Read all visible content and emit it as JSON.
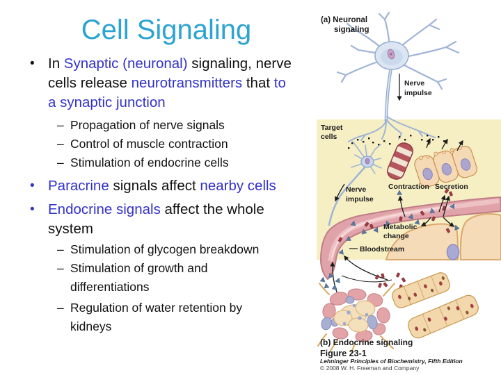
{
  "slide": {
    "title": "Cell Signaling",
    "bullets": {
      "b1": {
        "marker": "•",
        "l1p1": "In ",
        "l1p2": "Synaptic (neuronal)",
        "l1p3": " signaling, nerve",
        "l2p1": "cells release ",
        "l2p2": "neurotransmitters",
        "l2p3": " that ",
        "l2p4": "to",
        "l3": "a synaptic junction"
      },
      "s1": {
        "marker": "–",
        "text": "Propagation of nerve signals"
      },
      "s2": {
        "marker": "–",
        "text": "Control of muscle contraction"
      },
      "s3": {
        "marker": "–",
        "text": "Stimulation of endocrine cells"
      },
      "b2": {
        "marker": "•",
        "p1": "Paracrine",
        "p2": " signals affect ",
        "p3": "nearby cells"
      },
      "b3": {
        "marker": "•",
        "l1p1": "Endocrine signals",
        "l1p2": " affect the whole",
        "l2": "system"
      },
      "s4": {
        "marker": "–",
        "text": "Stimulation of glycogen breakdown"
      },
      "s5": {
        "marker": "–",
        "line1": "Stimulation of growth and",
        "line2": "differentiations"
      },
      "s6": {
        "marker": "–",
        "line1": "Regulation of water retention by",
        "line2": "kidneys"
      }
    }
  },
  "figure": {
    "labels": {
      "panel_a_1": "(a) Neuronal",
      "panel_a_2": "signaling",
      "nerve_impulse_top_1": "Nerve",
      "nerve_impulse_top_2": "impulse",
      "target_cells_1": "Target",
      "target_cells_2": "cells",
      "nerve_impulse_mid_1": "Nerve",
      "nerve_impulse_mid_2": "impulse",
      "contraction": "Contraction",
      "secretion": "Secretion",
      "metabolic_1": "Metabolic",
      "metabolic_2": "change",
      "bloodstream": "Bloodstream",
      "panel_b": "(b) Endocrine signaling",
      "figure_number": "Figure 23-1",
      "book_title": "Lehninger Principles of Biochemistry, Fifth Edition",
      "copyright": "© 2008 W. H. Freeman and Company"
    },
    "colors": {
      "title_cyan": "#2BA3D3",
      "emphasis_blue": "#3232C8",
      "region_yellow": "#F6EFC4",
      "vessel_pink": "#E0A3A9",
      "neuron_blue": "#9FB4D6"
    }
  }
}
